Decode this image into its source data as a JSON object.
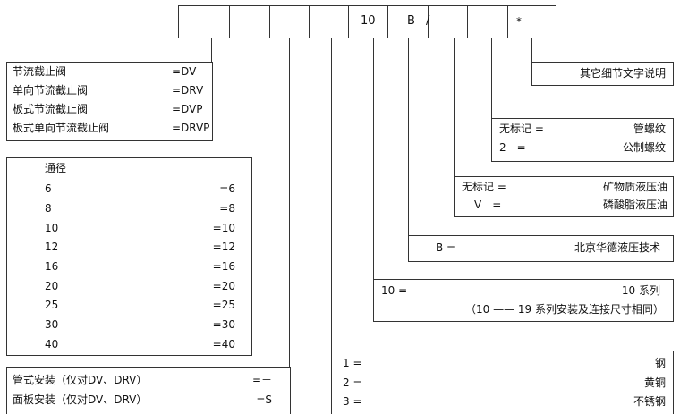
{
  "code_row": {
    "dash": "—",
    "series": "10",
    "company": "B",
    "slash": "/",
    "star": "*"
  },
  "type_box": {
    "items": [
      {
        "label": "节流截止阀",
        "code": "=DV"
      },
      {
        "label": "单向节流截止阀",
        "code": "=DRV"
      },
      {
        "label": "板式节流截止阀",
        "code": "=DVP"
      },
      {
        "label": "板式单向节流截止阀",
        "code": "=DRVP"
      }
    ]
  },
  "size_box": {
    "title": "通径",
    "items": [
      {
        "label": "6",
        "code": "=6"
      },
      {
        "label": "8",
        "code": "=8"
      },
      {
        "label": "10",
        "code": "=10"
      },
      {
        "label": "12",
        "code": "=12"
      },
      {
        "label": "16",
        "code": "=16"
      },
      {
        "label": "20",
        "code": "=20"
      },
      {
        "label": "25",
        "code": "=25"
      },
      {
        "label": "30",
        "code": "=30"
      },
      {
        "label": "40",
        "code": "=40"
      }
    ]
  },
  "mount_box": {
    "items": [
      {
        "label": "管式安装（仅对DV、DRV）",
        "code": "=－"
      },
      {
        "label": "面板安装（仅对DV、DRV）",
        "code": "=S"
      }
    ]
  },
  "material_box": {
    "items": [
      {
        "code": "1 =",
        "label": "钢"
      },
      {
        "code": "2 =",
        "label": "黄铜"
      },
      {
        "code": "3 =",
        "label": "不锈钢"
      }
    ]
  },
  "series_box": {
    "code": "10 =",
    "label": "10 系列",
    "note": "（10 —— 19 系列安装及连接尺寸相同）"
  },
  "company_box": {
    "code": "B =",
    "label": "北京华德液压技术"
  },
  "oil_box": {
    "items": [
      {
        "code": "无标记 =",
        "label": "矿物质液压油"
      },
      {
        "code": "V　=",
        "label": "磷酸脂液压油"
      }
    ]
  },
  "thread_box": {
    "items": [
      {
        "code": "无标记 =",
        "label": "管螺纹"
      },
      {
        "code": "2　=",
        "label": "公制螺纹"
      }
    ]
  },
  "other_box": {
    "label": "其它细节文字说明"
  }
}
